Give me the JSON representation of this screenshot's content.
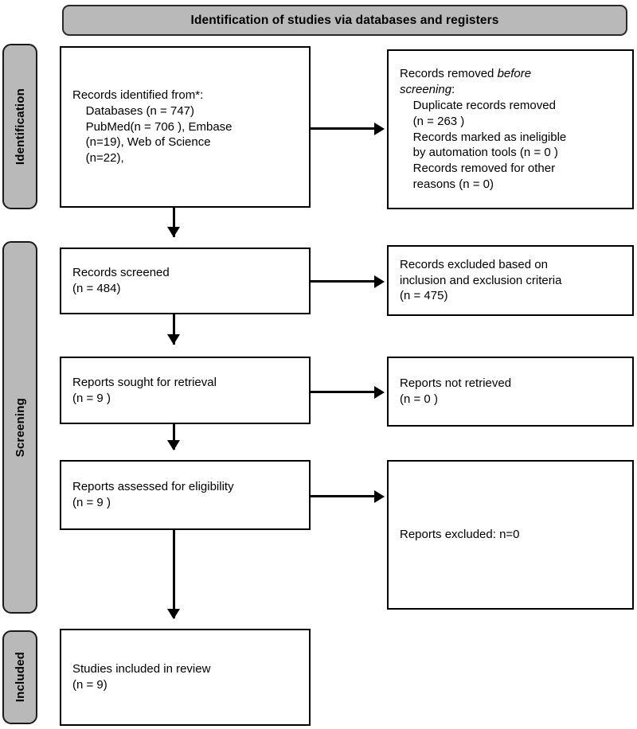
{
  "banner": {
    "title": "Identification of studies via databases and registers"
  },
  "stages": [
    {
      "id": "identification",
      "label": "Identification"
    },
    {
      "id": "screening",
      "label": "Screening"
    },
    {
      "id": "included",
      "label": "Included"
    }
  ],
  "boxes": {
    "identified": {
      "line1": "Records identified from*:",
      "line2": "    Databases (n = 747)",
      "line3": "    PubMed(n = 706 ), Embase",
      "line4": "    (n=19), Web of Science",
      "line5": "    (n=22),"
    },
    "removed": {
      "line1_pre": "Records removed ",
      "line1_ital": "before",
      "line2_ital": "screening",
      "line2_post": ":",
      "line3": "    Duplicate records removed",
      "line4": "    (n = 263 )",
      "line5": "    Records marked as ineligible",
      "line6": "    by automation tools (n = 0 )",
      "line7": "    Records removed for other",
      "line8": "    reasons (n = 0)"
    },
    "screened": {
      "line1": "Records screened",
      "line2": "(n = 484)"
    },
    "excluded_screening": {
      "line1": "Records excluded based on",
      "line2": "inclusion and exclusion criteria",
      "line3": "(n = 475)"
    },
    "sought": {
      "line1": "Reports sought for retrieval",
      "line2": "(n = 9 )"
    },
    "not_retrieved": {
      "line1": "Reports not retrieved",
      "line2": "(n = 0 )"
    },
    "assessed": {
      "line1": "Reports assessed for eligibility",
      "line2": "(n = 9 )"
    },
    "excluded_reports": {
      "line1": "Reports excluded: n=0"
    },
    "included": {
      "line1": "Studies included in review",
      "line2": "(n = 9)"
    }
  },
  "chart_data": {
    "type": "diagram",
    "title": "Identification of studies via databases and registers",
    "nodes": [
      {
        "stage": "Identification",
        "label": "Records identified from databases",
        "n": 747,
        "sources": [
          {
            "name": "PubMed",
            "n": 706
          },
          {
            "name": "Embase",
            "n": 19
          },
          {
            "name": "Web of Science",
            "n": 22
          }
        ]
      },
      {
        "stage": "Identification",
        "label": "Duplicate records removed",
        "n": 263
      },
      {
        "stage": "Identification",
        "label": "Records marked as ineligible by automation tools",
        "n": 0
      },
      {
        "stage": "Identification",
        "label": "Records removed for other reasons",
        "n": 0
      },
      {
        "stage": "Screening",
        "label": "Records screened",
        "n": 484
      },
      {
        "stage": "Screening",
        "label": "Records excluded based on inclusion and exclusion criteria",
        "n": 475
      },
      {
        "stage": "Screening",
        "label": "Reports sought for retrieval",
        "n": 9
      },
      {
        "stage": "Screening",
        "label": "Reports not retrieved",
        "n": 0
      },
      {
        "stage": "Screening",
        "label": "Reports assessed for eligibility",
        "n": 9
      },
      {
        "stage": "Screening",
        "label": "Reports excluded",
        "n": 0
      },
      {
        "stage": "Included",
        "label": "Studies included in review",
        "n": 9
      }
    ]
  }
}
